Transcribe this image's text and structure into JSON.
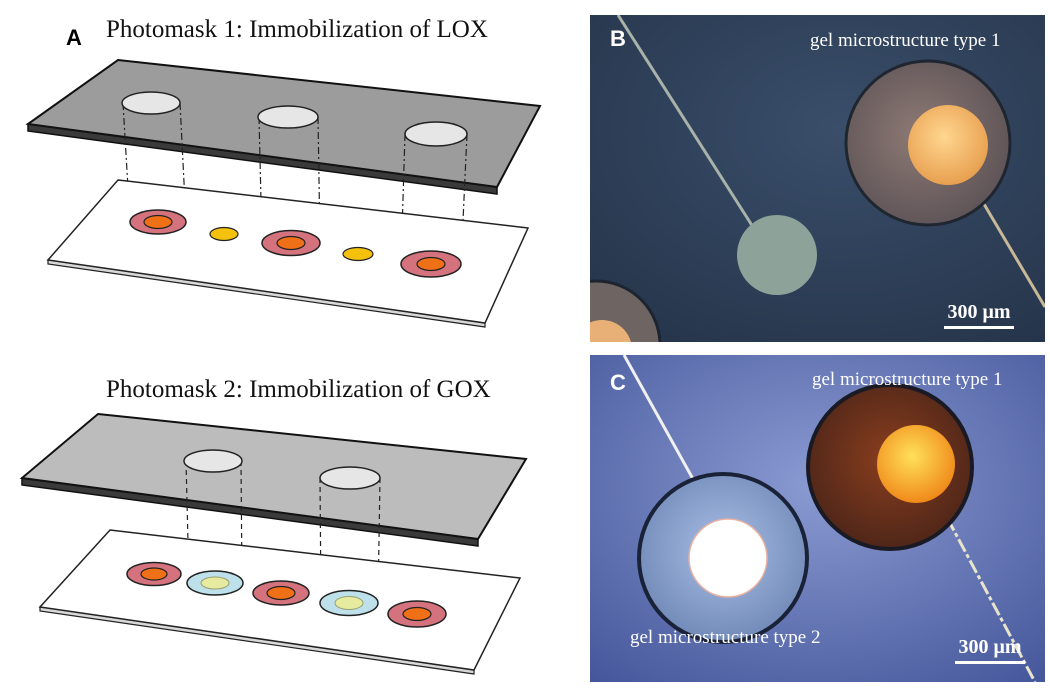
{
  "panel_a": {
    "letter": "A",
    "heading_1": "Photomask 1: Immobilization of LOX",
    "heading_2": "Photomask 2: Immobilization of GOX"
  },
  "panel_b": {
    "letter": "B",
    "caption": "gel microstructure type 1",
    "scale_bar": "300 μm"
  },
  "panel_c": {
    "letter": "C",
    "caption_1": "gel microstructure type 1",
    "caption_2": "gel microstructure type 2",
    "scale_bar": "300 μm"
  },
  "colors": {
    "mask_gray": "#9c9c9c",
    "lox_ring": "#d4737e",
    "lox_core": "#f07018",
    "gox_ring": "#bde0ea",
    "gox_core": "#e6eba0",
    "yellow_dot": "#f4c20d"
  }
}
